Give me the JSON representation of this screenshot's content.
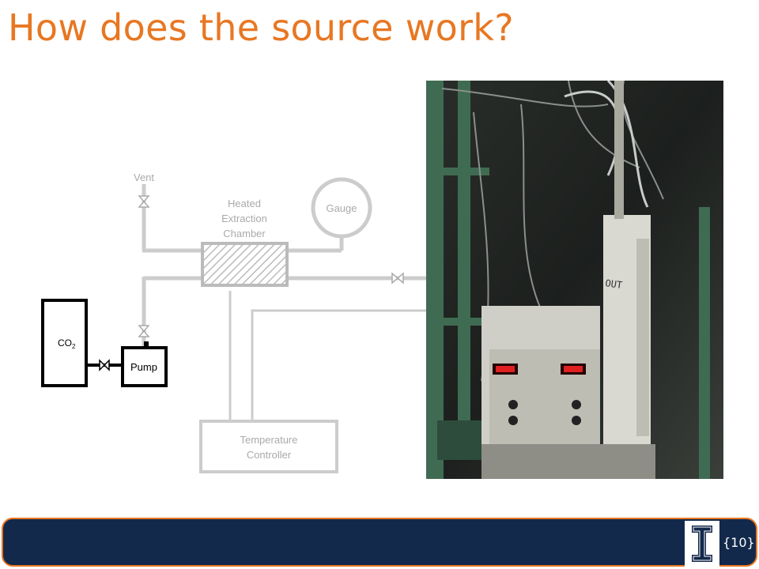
{
  "slide": {
    "title": "How does the source work?",
    "number": "{10}",
    "accent_color": "#e87722",
    "footer_color": "#13294b"
  },
  "diagram": {
    "labels": {
      "vent": "Vent",
      "chamber_line1": "Heated",
      "chamber_line2": "Extraction",
      "chamber_line3": "Chamber",
      "gauge": "Gauge",
      "co2": "CO",
      "co2_sub": "2",
      "pump": "Pump",
      "controller_line1": "Temperature",
      "controller_line2": "Controller"
    }
  },
  "photo": {
    "handwritten_label": "OUT"
  },
  "icons": {
    "logo": "university-block-i-logo",
    "valve": "valve-icon"
  }
}
